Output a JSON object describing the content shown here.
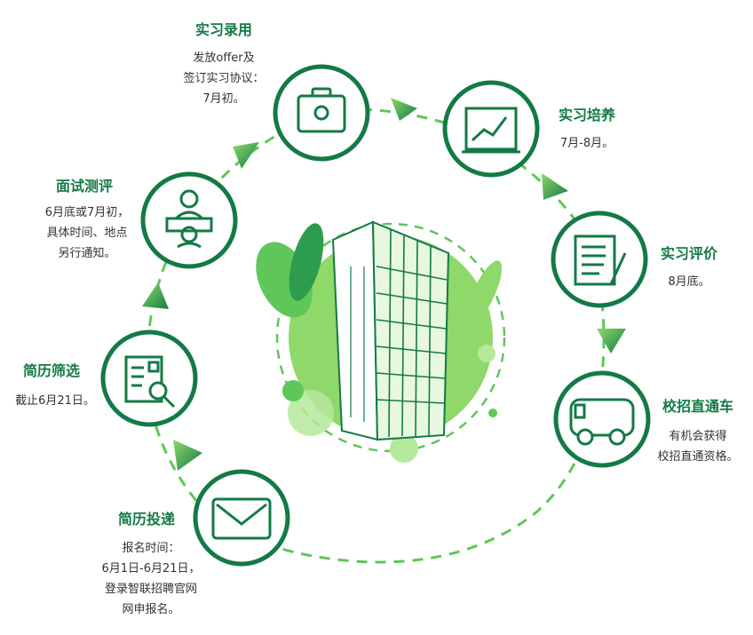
{
  "colors": {
    "primary": "#137a45",
    "ring": "#5fc65a",
    "light": "#8fd86a",
    "text": "#333333"
  },
  "steps": [
    {
      "key": "intern-hire",
      "title": "实习录用",
      "icon": "briefcase-icon",
      "lines": [
        "发放offer及",
        "签订实习协议：",
        "7月初。"
      ]
    },
    {
      "key": "intern-training",
      "title": "实习培养",
      "icon": "presentation-chart-icon",
      "lines": [
        "7月-8月。"
      ]
    },
    {
      "key": "intern-evaluation",
      "title": "实习评价",
      "icon": "document-pen-icon",
      "lines": [
        "8月底。"
      ]
    },
    {
      "key": "campus-express",
      "title": "校招直通车",
      "icon": "bus-icon",
      "lines": [
        "有机会获得",
        "校招直通资格。"
      ]
    },
    {
      "key": "resume-submission",
      "title": "简历投递",
      "icon": "envelope-icon",
      "lines": [
        "报名时间：",
        "6月1日-6月21日，",
        "登录智联招聘官网",
        "网申报名。"
      ]
    },
    {
      "key": "resume-screening",
      "title": "简历筛选",
      "icon": "document-search-icon",
      "lines": [
        "截止6月21日。"
      ]
    },
    {
      "key": "interview-test",
      "title": "面试测评",
      "icon": "interview-people-icon",
      "lines": [
        "6月底或7月初，",
        "具体时间、地点",
        "另行通知。"
      ]
    }
  ],
  "center_image": {
    "icon": "bank-building-icon"
  }
}
